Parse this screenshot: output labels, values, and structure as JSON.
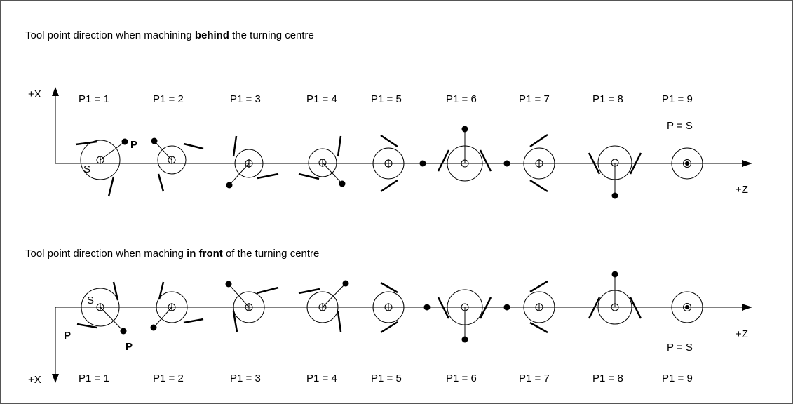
{
  "panels": [
    {
      "title_parts": [
        "Tool point direction when machining ",
        "behind",
        " the turning centre"
      ],
      "x_axis_label": "+X",
      "z_axis_label": "+Z",
      "tool_labels": [
        "P1 = 1",
        "P1 = 2",
        "P1 = 3",
        "P1 = 4",
        "P1 = 5",
        "P1 = 6",
        "P1 = 7",
        "P1 = 8",
        "P1 = 9"
      ],
      "extra_labels": [
        "S",
        "P",
        "P = S"
      ]
    },
    {
      "title_parts": [
        "Tool point direction when maching ",
        "in front",
        " of the turning centre"
      ],
      "x_axis_label": "+X",
      "z_axis_label": "+Z",
      "tool_labels": [
        "P1 = 1",
        "P1 = 2",
        "P1 = 3",
        "P1 = 4",
        "P1 = 5",
        "P1 = 6",
        "P1 = 7",
        "P1 = 8",
        "P1 = 9"
      ],
      "extra_labels": [
        "S",
        "P",
        "P",
        "P = S"
      ]
    }
  ]
}
